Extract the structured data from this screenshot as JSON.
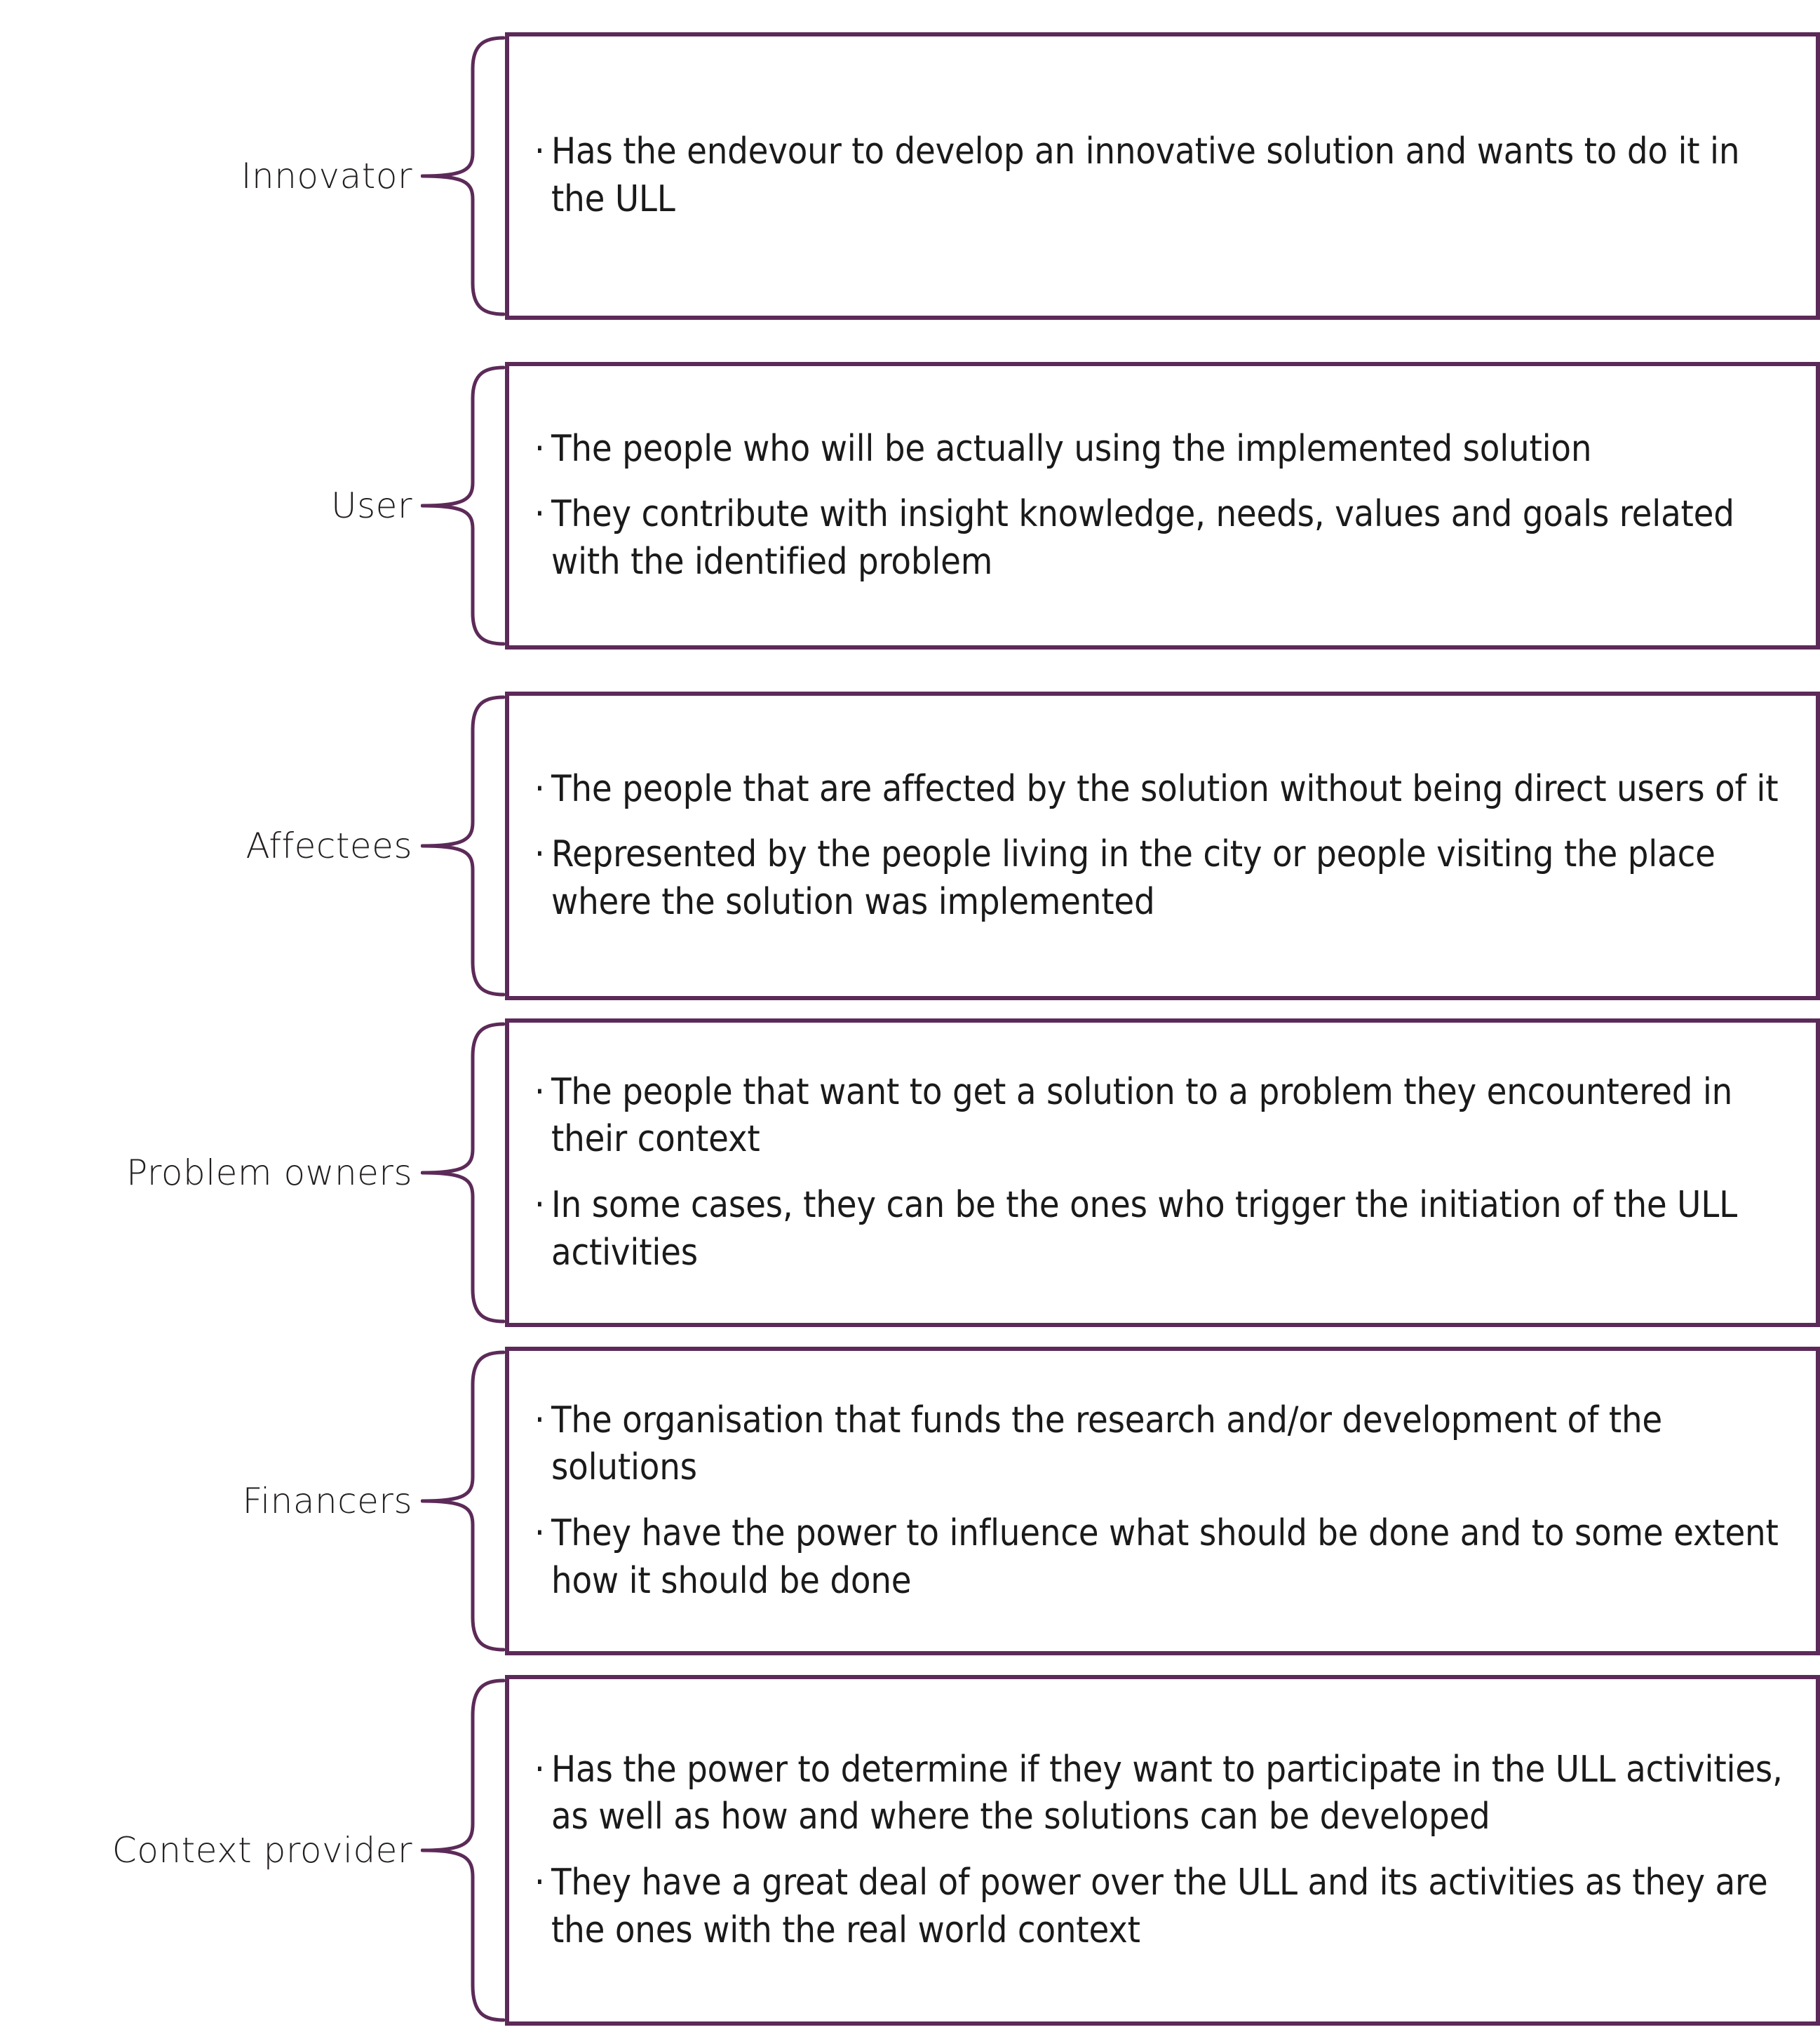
{
  "theme": {
    "accent_purple": "#5C2A58",
    "text_color": "#1a1a1a",
    "label_color": "#231f20",
    "background": "#ffffff",
    "bullet_glyph": "·"
  },
  "rows": [
    {
      "label": "Innovator",
      "bullets": [
        "Has the endevour to develop an innovative solution and wants to do it in the ULL"
      ]
    },
    {
      "label": "User",
      "bullets": [
        "The people who will be actually using the implemented solution",
        "They contribute with insight knowledge, needs, values and goals related with the identified problem"
      ]
    },
    {
      "label": "Affectees",
      "bullets": [
        "The people that are affected by the solution without being direct users of it",
        "Represented by the people living in the city or people visiting the place where the solution was implemented"
      ]
    },
    {
      "label": "Problem owners",
      "bullets": [
        "The people that want to get a solution to a problem they encountered in their context",
        "In some cases, they can be the ones who trigger the initiation of the ULL activities"
      ]
    },
    {
      "label": "Financers",
      "bullets": [
        "The organisation that funds the research and/or development of the solutions",
        "They have the power to influence what should be done and to some extent how it should be done"
      ]
    },
    {
      "label": "Context provider",
      "bullets": [
        "Has the power to determine if they want to participate in the ULL activities, as well as how and where the solutions can be developed",
        "They have a great deal of power over the ULL and its activities as they are the ones with the real world context"
      ]
    }
  ]
}
